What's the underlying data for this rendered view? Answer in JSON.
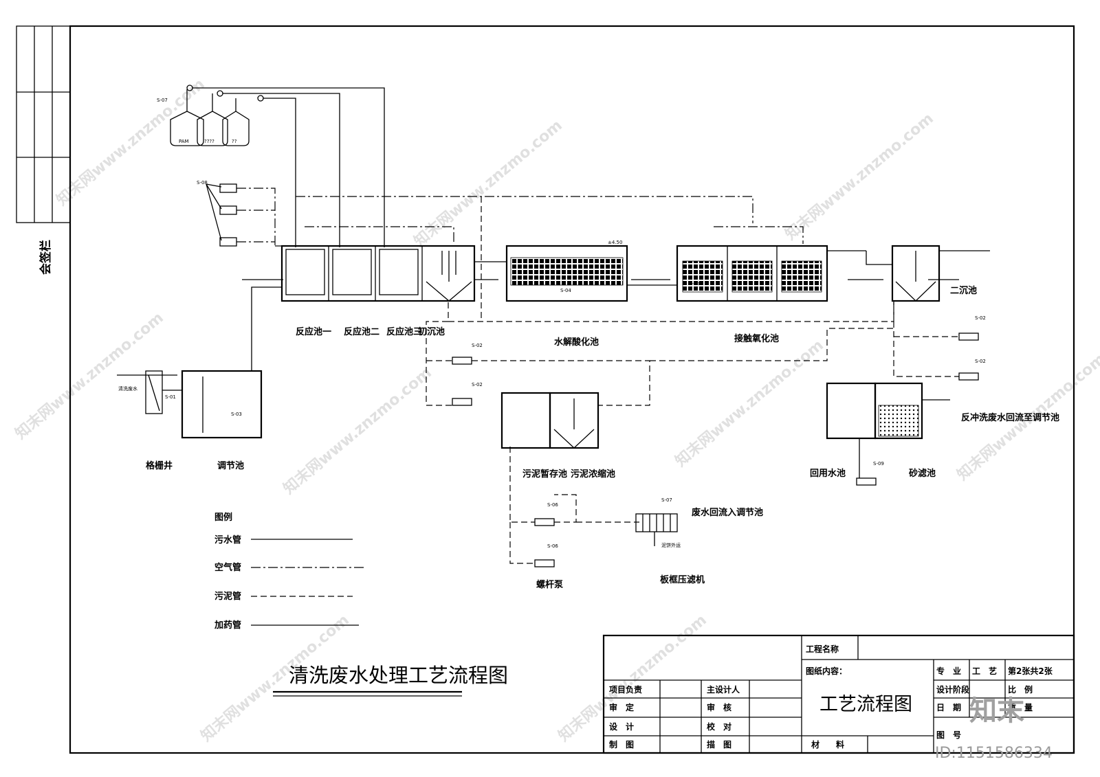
{
  "sidebar": {
    "label": "会签栏"
  },
  "title": "清洗废水处理工艺流程图",
  "units": {
    "grid_well": "格栅井",
    "regulating_tank": "调节池",
    "reaction1": "反应池一",
    "reaction2": "反应池二",
    "reaction3": "反应池三",
    "primary_settling": "初沉池",
    "hydrolysis": "水解酸化池",
    "contact_oxidation": "接触氧化池",
    "secondary_settling": "二沉池",
    "sludge_storage": "污泥暂存池",
    "sludge_thickening": "污泥浓缩池",
    "reuse_tank": "回用水池",
    "sand_filter": "砂滤池",
    "screw_pump": "螺杆泵",
    "filter_press": "板框压滤机",
    "backwash_note": "反冲洗废水回流至调节池",
    "wastewater_return": "废水回流入调节池",
    "cake_out": "泥饼外运",
    "influent": "清洗废水"
  },
  "tanks": {
    "pam": "PAM",
    "t2": "????",
    "t3": "??"
  },
  "tags": {
    "s07": "S-07",
    "s08": "S-08",
    "s01": "S-01",
    "s03": "S-03",
    "s02": "S-02",
    "s04": "S-04",
    "s06": "S-06",
    "s09": "S-09"
  },
  "legend": {
    "title": "图例",
    "items": [
      "污水管",
      "空气管",
      "污泥管",
      "加药管"
    ]
  },
  "title_block": {
    "project_name": "工程名称",
    "drawing_content": "图纸内容：",
    "drawing_title": "工艺流程图",
    "project_lead": "项目负责",
    "chief_designer": "主设计人",
    "approve": "审　定",
    "review": "审　核",
    "design": "设　计",
    "check": "校　对",
    "draw": "制　图",
    "trace": "描　图",
    "material": "材　　料",
    "major": "专　业",
    "major_val": "工　艺",
    "sheet": "第2张共2张",
    "stage": "设计阶段",
    "scale": "比　例",
    "date": "日　期",
    "weight": "重　量",
    "drawing_no": "图　号"
  },
  "watermark": {
    "text": "知末网www.znzmo.com",
    "id": "ID:1151586334",
    "logo": "知末"
  }
}
